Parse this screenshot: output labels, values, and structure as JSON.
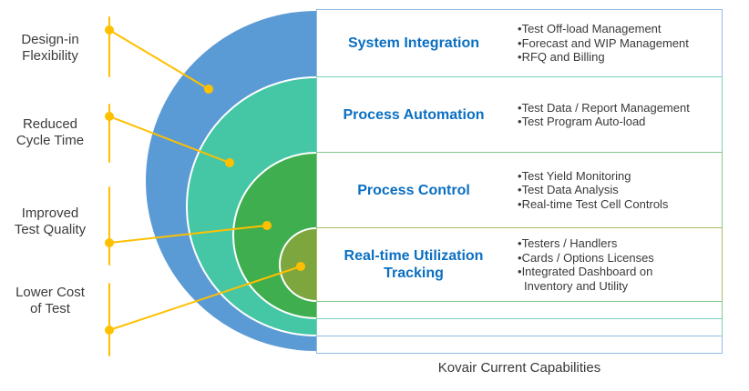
{
  "caption": "Kovair Current Capabilities",
  "colors": {
    "ring_blue": "#5B9BD5",
    "ring_teal": "#45C6A5",
    "ring_green": "#3FAE4F",
    "ring_olive": "#7EA63E",
    "connector_yellow": "#FFC000",
    "title_blue": "#0B6FC2",
    "body_text": "#3A3A3A"
  },
  "benefits": [
    {
      "label": "Design-in\nFlexibility"
    },
    {
      "label": "Reduced\nCycle Time"
    },
    {
      "label": "Improved\nTest Quality"
    },
    {
      "label": "Lower Cost\nof Test"
    }
  ],
  "layers": [
    {
      "title": "System Integration",
      "ring_color": "#5B9BD5",
      "bullets": [
        "Test Off-load Management",
        "Forecast and WIP Management",
        "RFQ and Billing"
      ]
    },
    {
      "title": "Process Automation",
      "ring_color": "#45C6A5",
      "bullets": [
        "Test Data / Report Management",
        "Test Program Auto-load"
      ]
    },
    {
      "title": "Process Control",
      "ring_color": "#3FAE4F",
      "bullets": [
        "Test Yield Monitoring",
        "Test Data Analysis",
        "Real-time Test Cell Controls"
      ]
    },
    {
      "title": "Real-time Utilization Tracking",
      "ring_color": "#7EA63E",
      "bullets": [
        "Testers / Handlers",
        "Cards / Options Licenses",
        "Integrated Dashboard on Inventory and Utility"
      ]
    }
  ]
}
